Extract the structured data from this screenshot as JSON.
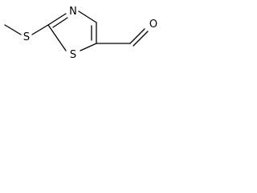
{
  "molecule": {
    "atoms": {
      "methyl_thio_sulfur": "S",
      "ring_sulfur": "S",
      "ring_nitrogen": "N",
      "carbonyl_oxygen": "O"
    }
  }
}
